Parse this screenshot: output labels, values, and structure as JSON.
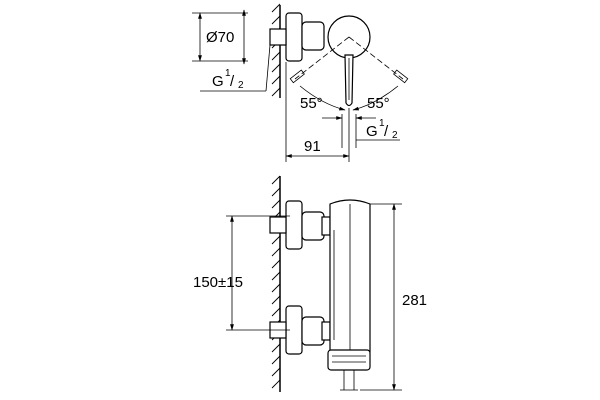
{
  "top_view": {
    "diameter_label": "Ø70",
    "thread_left": {
      "letter": "G",
      "num": "1",
      "den": "2"
    },
    "angle_left": "55°",
    "angle_right": "55°",
    "thread_bottom": {
      "letter": "G",
      "num": "1",
      "den": "2"
    },
    "depth_label": "91"
  },
  "front_view": {
    "spacing_label": "150±15",
    "height_label": "281"
  }
}
